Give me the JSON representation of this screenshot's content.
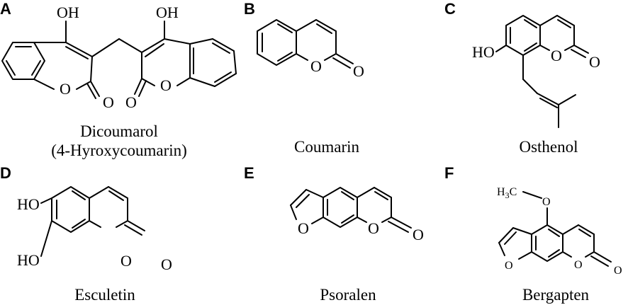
{
  "panels": [
    {
      "letter": "A",
      "name": "Dicoumarol",
      "subname": "(4-Hyroxycoumarin)"
    },
    {
      "letter": "B",
      "name": "Coumarin"
    },
    {
      "letter": "C",
      "name": "Osthenol"
    },
    {
      "letter": "D",
      "name": "Esculetin"
    },
    {
      "letter": "E",
      "name": "Psoralen"
    },
    {
      "letter": "F",
      "name": "Bergapten"
    }
  ],
  "atoms": {
    "oh": "OH",
    "ho": "HO",
    "o": "O",
    "methyl_h": "H",
    "methyl_sub": "3",
    "methyl_c": "C"
  }
}
